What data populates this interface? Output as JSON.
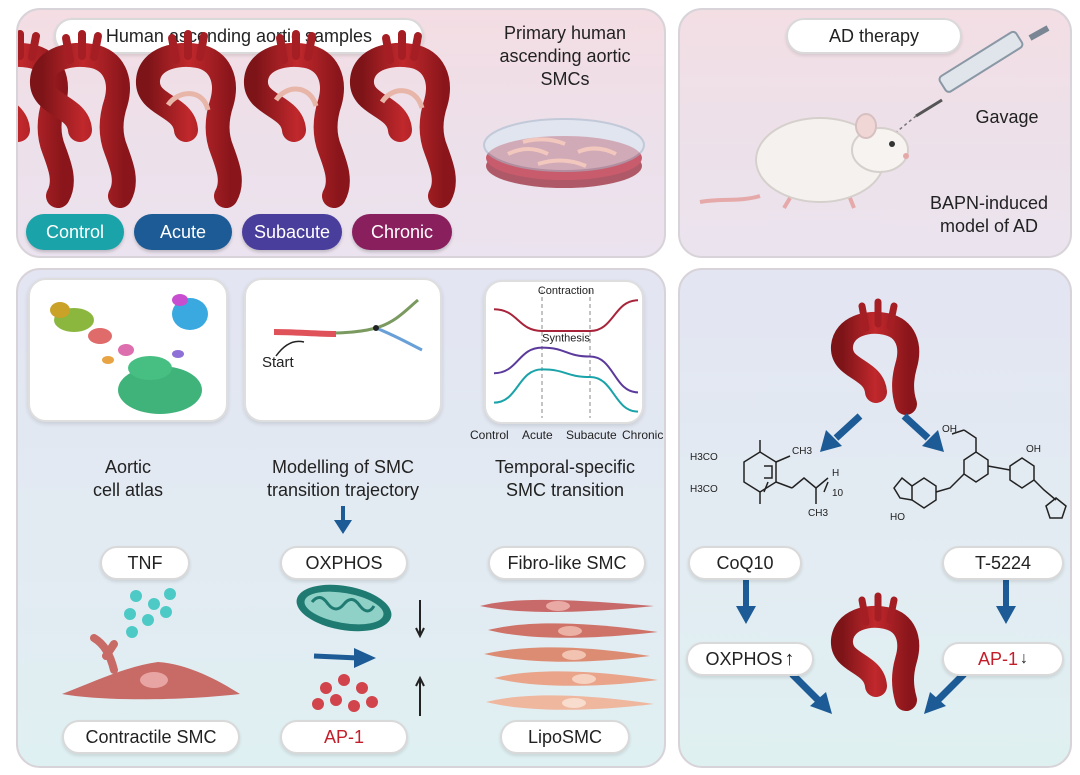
{
  "samples": {
    "title": "Human ascending aortic samples",
    "groups": [
      "Control",
      "Acute",
      "Subacute",
      "Chronic"
    ],
    "group_colors": [
      "#1aa3a8",
      "#1c5b95",
      "#4a3e9c",
      "#8a1f5e"
    ]
  },
  "primary_cells": {
    "line1": "Primary human",
    "line2": "ascending aortic",
    "line3": "SMCs"
  },
  "therapy": {
    "title": "AD therapy",
    "gavage": "Gavage",
    "model_line1": "BAPN-induced",
    "model_line2": "model of AD"
  },
  "analysis": {
    "atlas_line1": "Aortic",
    "atlas_line2": "cell atlas",
    "trajectory_line1": "Modelling of SMC",
    "trajectory_line2": "transition trajectory",
    "trajectory_start": "Start",
    "temporal_line1": "Temporal-specific",
    "temporal_line2": "SMC transition"
  },
  "mechanism": {
    "tnf": "TNF",
    "oxphos": "OXPHOS",
    "fibro": "Fibro-like SMC",
    "contractile": "Contractile SMC",
    "ap1": "AP-1",
    "lipo": "LipoSMC"
  },
  "drugs": {
    "coq10": "CoQ10",
    "t5224": "T-5224",
    "oxphos_effect": "OXPHOS",
    "ap1_effect": "AP-1",
    "coq10_structure": {
      "sub_top": "H3CO",
      "sub_bottom": "H3CO",
      "methyl_top": "CH3",
      "methyl_chain": "CH3",
      "repeat": "10",
      "terminal": "H"
    },
    "t5224_structure": {
      "oh_acid": "OH",
      "oh_phenol": "OH",
      "ho": "HO"
    }
  },
  "chart_data": {
    "type": "line",
    "categories": [
      "Control",
      "Acute",
      "Subacute",
      "Chronic"
    ],
    "series": [
      {
        "name": "Contraction",
        "values": [
          0.85,
          0.68,
          0.68,
          0.92
        ]
      },
      {
        "name": "Synthesis",
        "values": [
          0.35,
          0.55,
          0.48,
          0.2
        ]
      },
      {
        "name": "",
        "values": [
          0.12,
          0.38,
          0.32,
          0.05
        ]
      }
    ],
    "colors": [
      "#a8243a",
      "#5b3a9c",
      "#1aa3a8",
      "#1c5b95"
    ],
    "grid": false
  }
}
